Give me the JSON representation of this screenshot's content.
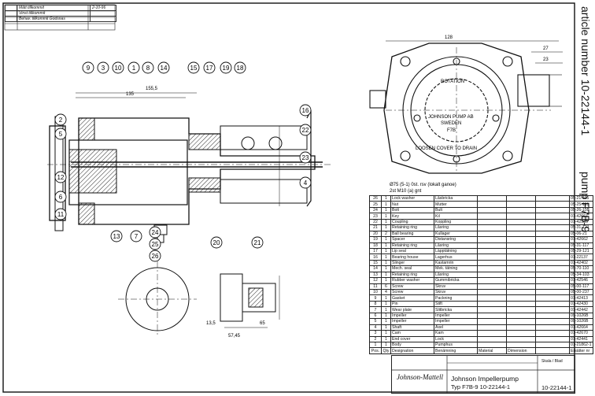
{
  "side": {
    "article_label": "article number 10-22144-1",
    "pump_label": "pump F7B-9"
  },
  "revisions": [
    {
      "text": "Mått tillkommit",
      "date": "2-10-96"
    },
    {
      "text": "Vinst tillkommit",
      "date": ""
    },
    {
      "text": "Behav. tillkommit Godsnas",
      "date": ""
    }
  ],
  "callouts": [
    "9",
    "3",
    "10",
    "1",
    "8",
    "14",
    "15",
    "17",
    "19",
    "18",
    "2",
    "5",
    "12",
    "6",
    "11",
    "13",
    "7",
    "24",
    "25",
    "26",
    "16",
    "22",
    "23",
    "4",
    "20",
    "21"
  ],
  "dimensions": {
    "d_1555": "155,5",
    "d_135": "135",
    "d_128": "128",
    "d_27": "27",
    "d_23": "23",
    "d_13_5": "13,5",
    "d_65": "65",
    "d_57_45": "57,45",
    "note_thread": "Ø75 (5-1) 0st. rsv (lokalt ganoe)",
    "note_gap": "2st M10 (a) gnt"
  },
  "plate_text": {
    "rotation": "ROTATION",
    "maker": "JOHNSON PUMP AB",
    "country": "SWEDEN",
    "model": "F7B",
    "bottom": "LOOSEN COVER TO DRAIN"
  },
  "parts": [
    [
      "26",
      "1",
      "Lock washer",
      "Låsbricka",
      "",
      "",
      "",
      "05-21-115"
    ],
    [
      "25",
      "1",
      "Nut",
      "Mutter",
      "",
      "",
      "",
      "05-25-115"
    ],
    [
      "24",
      "1",
      "Bolt",
      "Bult",
      "",
      "",
      "",
      "05-26-105"
    ],
    [
      "23",
      "1",
      "Key",
      "Kil",
      "",
      "",
      "",
      "01-42667"
    ],
    [
      "22",
      "1",
      "Coupling",
      "Koppling",
      "",
      "",
      "",
      "01-42536"
    ],
    [
      "21",
      "1",
      "Retaining ring",
      "Låsring",
      "",
      "",
      "",
      "05-31-121"
    ],
    [
      "20",
      "2",
      "Ball bearing",
      "Kullager",
      "",
      "",
      "",
      "05-06-21"
    ],
    [
      "19",
      "1",
      "Spacer",
      "Distansring",
      "",
      "",
      "",
      "01-42662"
    ],
    [
      "18",
      "1",
      "Retaining ring",
      "Låsring",
      "",
      "",
      "",
      "05-31-117"
    ],
    [
      "17",
      "1",
      "Lip seal",
      "Läpptätning",
      "",
      "",
      "",
      "05-29-121"
    ],
    [
      "16",
      "1",
      "Bearing house",
      "Lagerhus",
      "",
      "",
      "",
      "01-22137"
    ],
    [
      "15",
      "1",
      "Slinger",
      "Kastamrin",
      "",
      "",
      "",
      "01-42402"
    ],
    [
      "14",
      "1",
      "Mech. seal",
      "Mek. tätning",
      "",
      "",
      "",
      "05-70-110"
    ],
    [
      "13",
      "1",
      "Retaining ring",
      "Låsring",
      "",
      "",
      "",
      "05-34-103"
    ],
    [
      "12",
      "1",
      "Rubber washer",
      "Gummibricka",
      "",
      "",
      "",
      "01-42546"
    ],
    [
      "11",
      "6",
      "Screw",
      "Skruv",
      "",
      "",
      "",
      "05-00-117"
    ],
    [
      "10",
      "4",
      "Screw",
      "Skruv",
      "",
      "",
      "",
      "05-00-237"
    ],
    [
      "9",
      "1",
      "Gasket",
      "Packning",
      "",
      "",
      "",
      "01-42413"
    ],
    [
      "8",
      "1",
      "Pin",
      "Stift",
      "",
      "",
      "",
      "01-42430"
    ],
    [
      "7",
      "1",
      "Wear plate",
      "Slitbricka",
      "",
      "",
      "",
      "01-42442"
    ],
    [
      "6",
      "1",
      "Impeller",
      "Impeller",
      "",
      "",
      "",
      "09-1026B"
    ],
    [
      "5",
      "1",
      "Impeller",
      "Impeller",
      "",
      "",
      "",
      "09-1026B"
    ],
    [
      "4",
      "1",
      "Shaft",
      "Axel",
      "",
      "",
      "",
      "01-42664"
    ],
    [
      "3",
      "1",
      "Cam",
      "Kam",
      "",
      "",
      "",
      "01-42670"
    ],
    [
      "2",
      "1",
      "End cover",
      "Lock",
      "",
      "",
      "",
      "01-42441"
    ],
    [
      "1",
      "1",
      "Body",
      "Pumphus",
      "",
      "",
      "",
      "01-21862-1"
    ]
  ],
  "parts_header": [
    "Pos.",
    "Qty",
    "Designation",
    "Benämning",
    "Material",
    "Dimension",
    "",
    "Ersätter nr"
  ],
  "title_block": {
    "company": "Johnson-Mattell",
    "title": "Johnson Impellerpump",
    "subtitle": "Typ F7B-9  10-22144-1",
    "number": "10-22144-1",
    "small": "Skala / Blad"
  }
}
